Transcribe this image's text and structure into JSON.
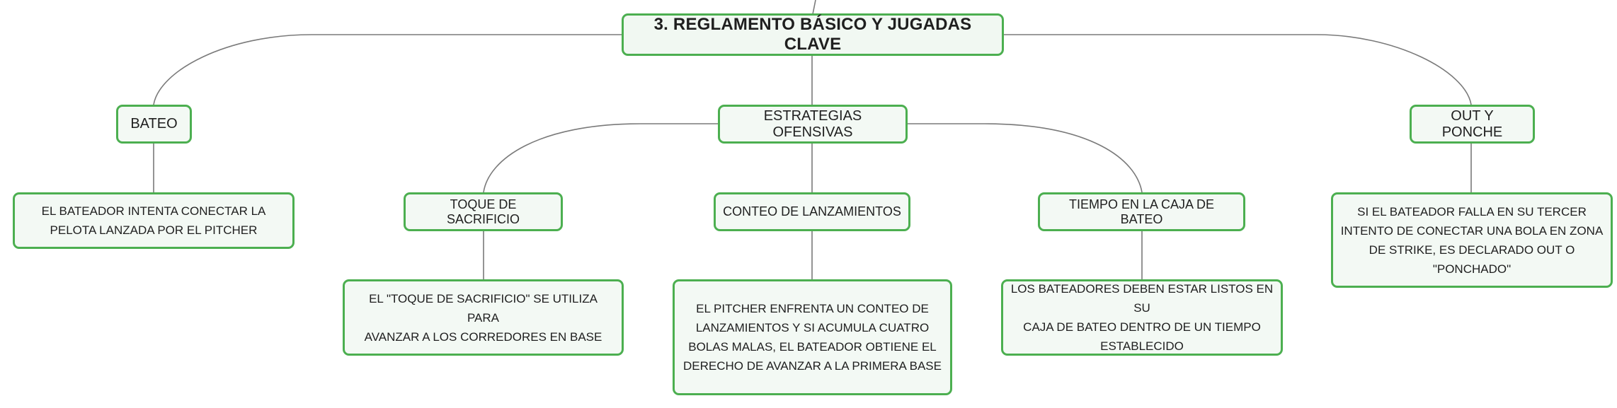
{
  "root": {
    "label": "3. REGLAMENTO BÁSICO Y JUGADAS CLAVE"
  },
  "bateo": {
    "label": "BATEO",
    "description": "EL BATEADOR INTENTA CONECTAR LA\nPELOTA LANZADA POR EL PITCHER"
  },
  "estrategias": {
    "label": "ESTRATEGIAS OFENSIVAS",
    "children": [
      {
        "label": "TOQUE DE SACRIFICIO",
        "description": "EL \"TOQUE DE SACRIFICIO\" SE UTILIZA PARA\nAVANZAR A LOS CORREDORES EN BASE"
      },
      {
        "label": "CONTEO DE LANZAMIENTOS",
        "description": "EL PITCHER ENFRENTA UN CONTEO DE\nLANZAMIENTOS Y SI ACUMULA CUATRO\nBOLAS MALAS, EL BATEADOR OBTIENE EL\nDERECHO DE AVANZAR A LA PRIMERA BASE"
      },
      {
        "label": "TIEMPO EN LA CAJA DE BATEO",
        "description": "LOS BATEADORES DEBEN ESTAR LISTOS EN SU\nCAJA DE BATEO DENTRO DE UN TIEMPO\nESTABLECIDO"
      }
    ]
  },
  "out": {
    "label": "OUT Y PONCHE",
    "description": "SI EL BATEADOR FALLA EN SU TERCER\nINTENTO DE CONECTAR UNA BOLA EN ZONA\nDE STRIKE, ES DECLARADO OUT O\n\"PONCHADO\""
  },
  "colors": {
    "border": "#4caf50",
    "fill": "#f3f9f4",
    "connector": "#7a7a7a"
  }
}
